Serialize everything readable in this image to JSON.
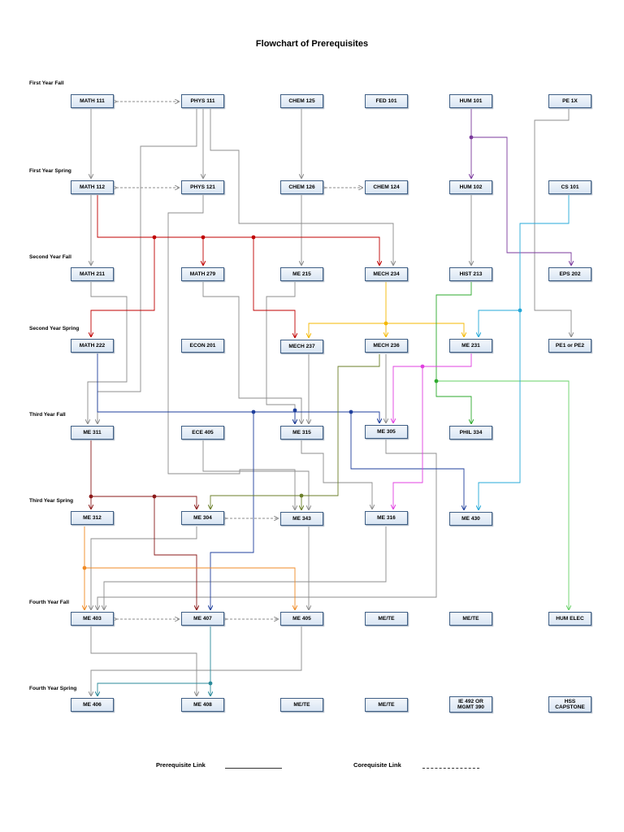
{
  "title": "Flowchart of Prerequisites",
  "rows": [
    "First Year Fall",
    "First Year Spring",
    "Second Year Fall",
    "Second Year Spring",
    "Third Year Fall",
    "Third Year Spring",
    "Fourth Year Fall",
    "Fourth Year Spring"
  ],
  "courses": {
    "math111": "MATH 111",
    "phys111": "PHYS 111",
    "chem125": "CHEM 125",
    "fed101": "FED 101",
    "hum101": "HUM 101",
    "pe1x": "PE 1X",
    "math112": "MATH 112",
    "phys121": "PHYS 121",
    "chem126": "CHEM 126",
    "chem124": "CHEM 124",
    "hum102": "HUM 102",
    "cs101": "CS 101",
    "math211": "MATH 211",
    "math279": "MATH 279",
    "me215": "ME 215",
    "mech234": "MECH 234",
    "hist213": "HIST 213",
    "eps202": "EPS 202",
    "math222": "MATH 222",
    "econ201": "ECON 201",
    "mech237": "MECH 237",
    "mech236": "MECH 236",
    "me231": "ME 231",
    "pe1pe2": "PE1 or PE2",
    "me311": "ME 311",
    "ece405": "ECE 405",
    "me315": "ME 315",
    "me305": "ME 305",
    "phil334": "PHIL 334",
    "me312": "ME 312",
    "me304": "ME 304",
    "me343": "ME 343",
    "me316": "ME 316",
    "me430": "ME 430",
    "me403": "ME 403",
    "me407": "ME 407",
    "me405": "ME 405",
    "mete1": "ME/TE",
    "mete2": "ME/TE",
    "humelec": "HUM ELEC",
    "me406": "ME 406",
    "me408": "ME 408",
    "mete3": "ME/TE",
    "mete4": "ME/TE",
    "ie492": "IE 492 OR MGMT 390",
    "hss": "HSS CAPSTONE"
  },
  "legend": {
    "prereq": "Prerequisite Link",
    "coreq": "Corequisite Link"
  },
  "colors": {
    "gray": "#8c8c8c",
    "red": "#c00000",
    "darkred": "#8b1a1a",
    "blue": "#1f3f9c",
    "orange": "#f08a24",
    "yellow": "#f5b800",
    "green": "#2eaa2e",
    "lightgreen": "#66d066",
    "olive": "#6b7f2a",
    "purple": "#7b3a9c",
    "magenta": "#e040e0",
    "cyan": "#24a8d8",
    "teal": "#2a8a9a"
  }
}
